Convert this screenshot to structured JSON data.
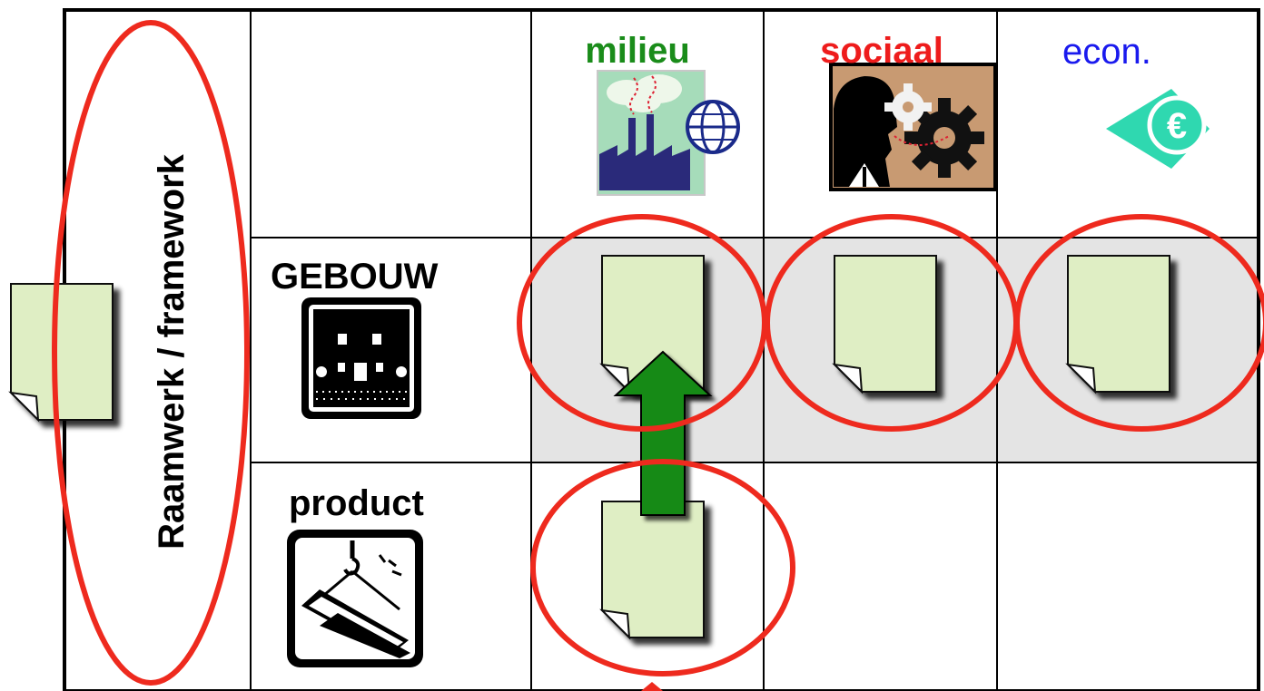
{
  "columns": {
    "milieu": "milieu",
    "sociaal": "sociaal",
    "econ": "econ."
  },
  "rows": {
    "gebouw": "GEBOUW",
    "product": "product"
  },
  "side_label": "Raamwerk / framework",
  "colors": {
    "milieu": "#1a8c1a",
    "sociaal": "#ee1c1c",
    "econ": "#1a1aee",
    "highlight_ellipse": "#ee2a1e",
    "document_fill": "#dfeec4",
    "row_highlight": "#e4e4e4",
    "arrow": "#138a13",
    "euro_icon": "#2fd8b0"
  },
  "icons": {
    "milieu": "factory-globe-icon",
    "sociaal": "person-gears-icon",
    "econ": "euro-coin-icon",
    "gebouw": "house-icon",
    "product": "crane-beam-icon"
  }
}
